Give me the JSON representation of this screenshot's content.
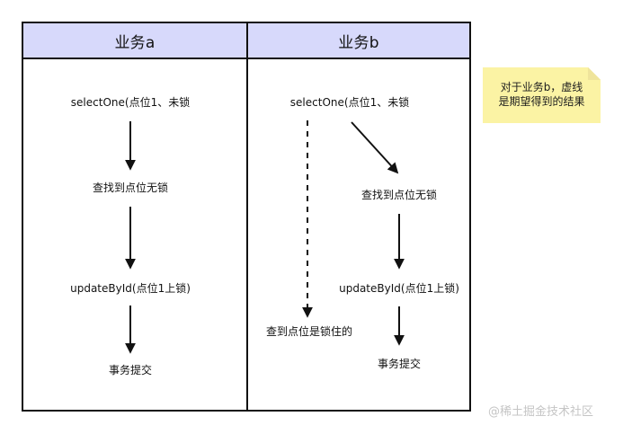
{
  "lanes": {
    "a": {
      "header": "业务a",
      "steps": [
        "selectOne(点位1、未锁",
        "查找到点位无锁",
        "updateById(点位1上锁)",
        "事务提交"
      ]
    },
    "b": {
      "header": "业务b",
      "steps": [
        "selectOne(点位1、未锁",
        "查找到点位无锁",
        "updateById(点位1上锁)",
        "事务提交"
      ],
      "expected_result": "查到点位是锁住的"
    }
  },
  "note": {
    "text": "对于业务b，虚线\n是期望得到的结果"
  },
  "watermark": "@稀土掘金技术社区",
  "colors": {
    "header_fill": "#d7d9fb",
    "note_fill": "#fbf3a4",
    "line": "#111111"
  }
}
